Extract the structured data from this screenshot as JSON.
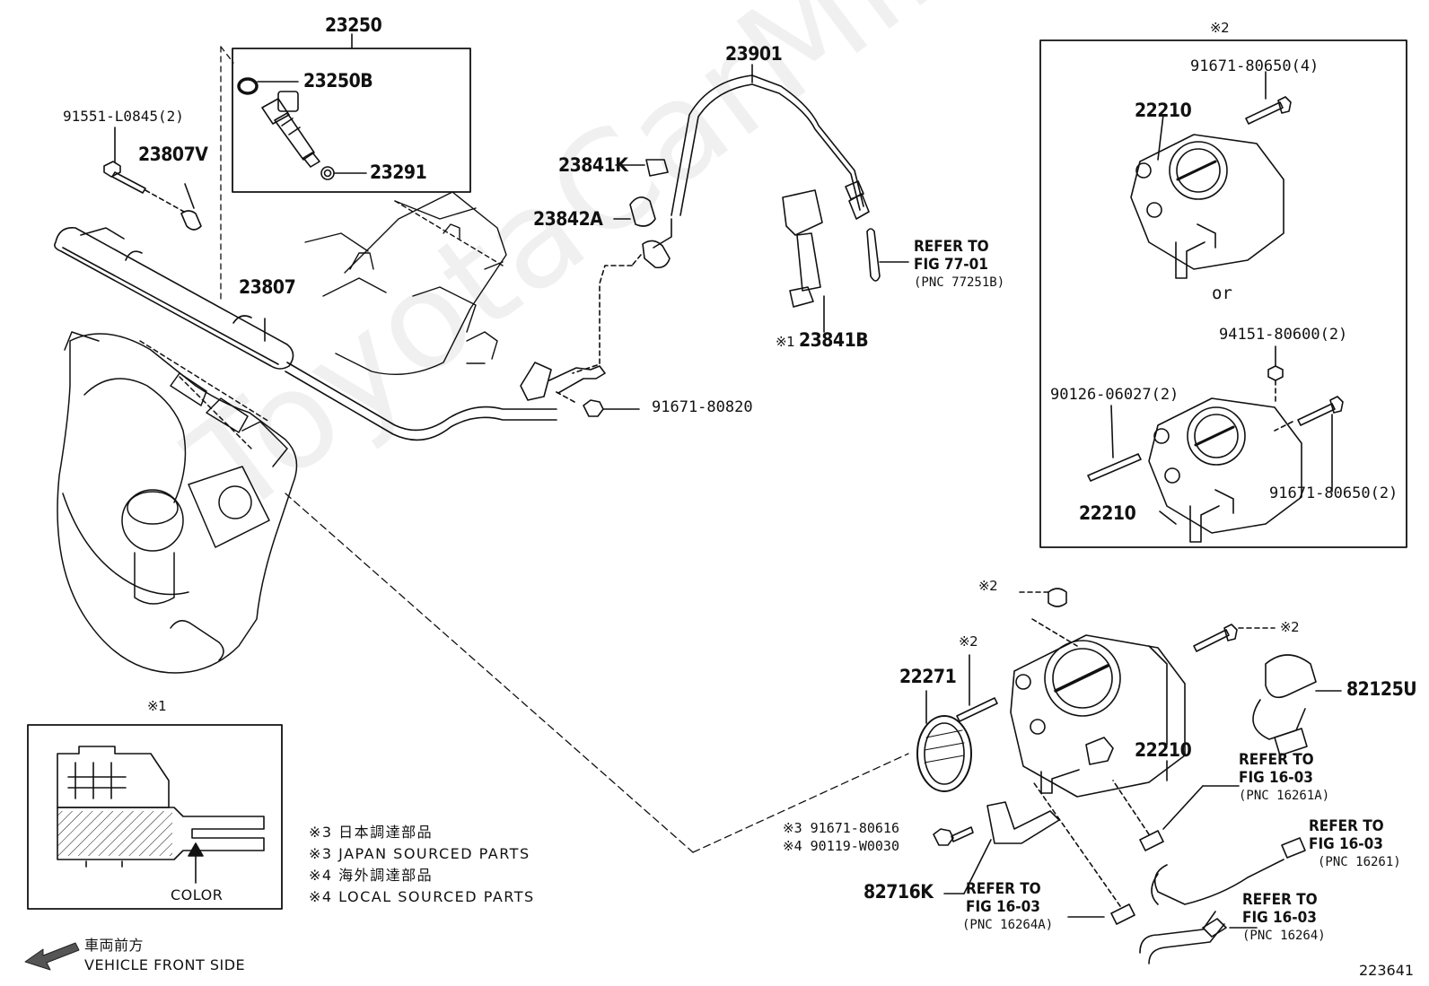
{
  "watermark": "ToyotaCarMine.ru",
  "labels": {
    "p23250": "23250",
    "p23250b": "23250B",
    "p23291": "23291",
    "p91551": "91551-L0845(2)",
    "p23807v": "23807V",
    "p23807": "23807",
    "p23901": "23901",
    "p23841k": "23841K",
    "p23842a": "23842A",
    "p23841b": "23841B",
    "p91671_80820": "91671-80820",
    "refer_77_line1": "REFER TO",
    "refer_77_line2": "FIG 77-01",
    "refer_77_pnc": "(PNC 77251B)",
    "mark_x1_23841b": "※1",
    "box2_mark": "※2",
    "box2_91671_4": "91671-80650(4)",
    "box2_22210_top": "22210",
    "box2_or": "or",
    "box2_94151": "94151-80600(2)",
    "box2_90126": "90126-06027(2)",
    "box2_91671_2": "91671-80650(2)",
    "box2_22210_bottom": "22210",
    "mark_x2_a": "※2",
    "mark_x2_b": "※2",
    "mark_x2_c": "※2",
    "p22271": "22271",
    "p22210": "22210",
    "p82125u": "82125U",
    "refer_16261a_l1": "REFER TO",
    "refer_16261a_l2": "FIG 16-03",
    "refer_16261a_pnc": "(PNC 16261A)",
    "refer_16261_l1": "REFER TO",
    "refer_16261_l2": "FIG 16-03",
    "refer_16261_pnc": "(PNC 16261)",
    "refer_16264a_l1": "REFER TO",
    "refer_16264a_l2": "FIG 16-03",
    "refer_16264a_pnc": "(PNC 16264A)",
    "refer_16264_l1": "REFER TO",
    "refer_16264_l2": "FIG 16-03",
    "refer_16264_pnc": "(PNC 16264)",
    "p91671_80616": "※3 91671-80616",
    "p90119": "※4 90119-W0030",
    "p82716k": "82716K",
    "inset_mark": "※1",
    "inset_color": "COLOR",
    "notes": [
      "※3 日本調達部品",
      "※3 JAPAN SOURCED PARTS",
      "※4 海外調達部品",
      "※4 LOCAL SOURCED PARTS"
    ],
    "front_jp": "車両前方",
    "front_en": "VEHICLE FRONT SIDE",
    "figure_number": "223641"
  }
}
